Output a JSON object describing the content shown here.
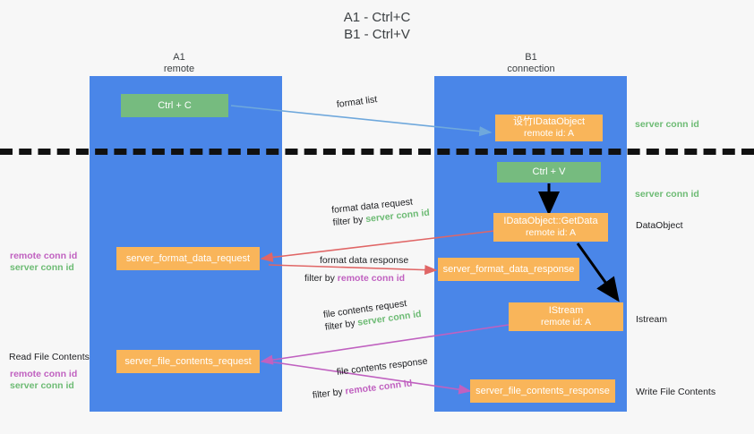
{
  "title": {
    "line1": "A1 - Ctrl+C",
    "line2": "B1 - Ctrl+V"
  },
  "lanes": [
    {
      "name": "A1",
      "sub": "remote"
    },
    {
      "name": "B1",
      "sub": "connection"
    }
  ],
  "boxes": {
    "ctrl_c": "Ctrl + C",
    "ctrl_v": "Ctrl + V",
    "idataobject": {
      "line1": "设竹IDataObject",
      "line2": "remote id: A"
    },
    "getdata": {
      "line1": "IDataObject::GetData",
      "line2": "remote id: A"
    },
    "istream": {
      "line1": "IStream",
      "line2": "remote id: A"
    },
    "format_data_request": "server_format_data_request",
    "format_data_response": "server_format_data_response",
    "file_contents_request": "server_file_contents_request",
    "file_contents_response": "server_file_contents_response"
  },
  "right_labels": {
    "server_conn_id_top": "server conn id",
    "server_conn_id_mid": "server conn id",
    "data_object": "DataObject",
    "istream": "Istream",
    "write_file_contents": "Write File Contents"
  },
  "left_labels": {
    "remote_conn_id_1": "remote conn id",
    "server_conn_id_1": "server conn id",
    "read_file_contents": "Read File Contents",
    "remote_conn_id_2": "remote conn id",
    "server_conn_id_2": "server conn id"
  },
  "connectors": {
    "format_list": "format list",
    "format_data_request": "format data request",
    "format_data_filter_prefix": "filter by ",
    "format_data_filter_value": "server conn id",
    "format_data_response": "format data response",
    "format_data_response_filter_prefix": "filter by ",
    "format_data_response_filter_value": "remote conn id",
    "file_contents_request": "file contents request",
    "file_contents_filter_prefix": "filter by ",
    "file_contents_filter_value": "server conn id",
    "file_contents_response": "file contents response",
    "file_contents_response_filter_prefix": "filter by ",
    "file_contents_response_filter_value": "remote conn id"
  },
  "colors": {
    "lane": "#4a86e8",
    "green_box": "#76bb7f",
    "orange_box": "#f9b55a",
    "green_text": "#6dbb74",
    "magenta_text": "#c061c0",
    "arrow_light_blue": "#6fa8dc",
    "arrow_red": "#e06666",
    "arrow_magenta": "#c061c0",
    "arrow_black": "#000000",
    "background": "#f7f7f7"
  }
}
